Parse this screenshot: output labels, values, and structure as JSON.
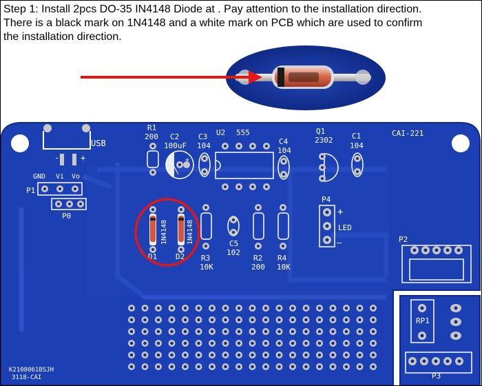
{
  "instructions": {
    "line1": "Step 1: Install 2pcs DO-35 IN4148 Diode at . Pay attention to the installation direction.",
    "line2": "There is a black mark on 1N4148 and a white mark on PCB which are used to confirm",
    "line3": "the installation direction."
  },
  "board": {
    "name": "CAI-221",
    "usb": "USB",
    "usb_minus": "-",
    "usb_plus": "+",
    "p1": "P1",
    "gnd": "GND",
    "vi": "Vi",
    "vo": "Vo",
    "p0": "P0",
    "r1": "R1",
    "r1_value": "200",
    "c2": "C2",
    "c2_value": "100uF",
    "c3": "C3",
    "c3_value": "104",
    "u2": "U2",
    "u2_value": "555",
    "c4": "C4",
    "c4_value": "104",
    "q1": "Q1",
    "q1_value": "2302",
    "c1": "C1",
    "c1_value": "104",
    "d1_part": "1N4148",
    "d2_part": "1N4148",
    "d1": "D1",
    "d2": "D2",
    "c5": "C5",
    "c5_value": "102",
    "r3": "R3",
    "r3_value": "10K",
    "r2": "R2",
    "r2_value": "200",
    "r4": "R4",
    "r4_value": "10K",
    "p4": "P4",
    "p4_plus": "+",
    "p4_minus": "—",
    "led": "LED",
    "p2": "P2",
    "rp1": "RP1",
    "p3": "P3",
    "serial": "K2108061BSJH",
    "code": "3118-CAI"
  },
  "colors": {
    "pcb": "#1c3fb3",
    "trace": "#2d52c9",
    "silk": "#ffffff",
    "pad": "#b9b9b9",
    "highlight_circle": "#e01818",
    "arrow": "#e01818"
  }
}
